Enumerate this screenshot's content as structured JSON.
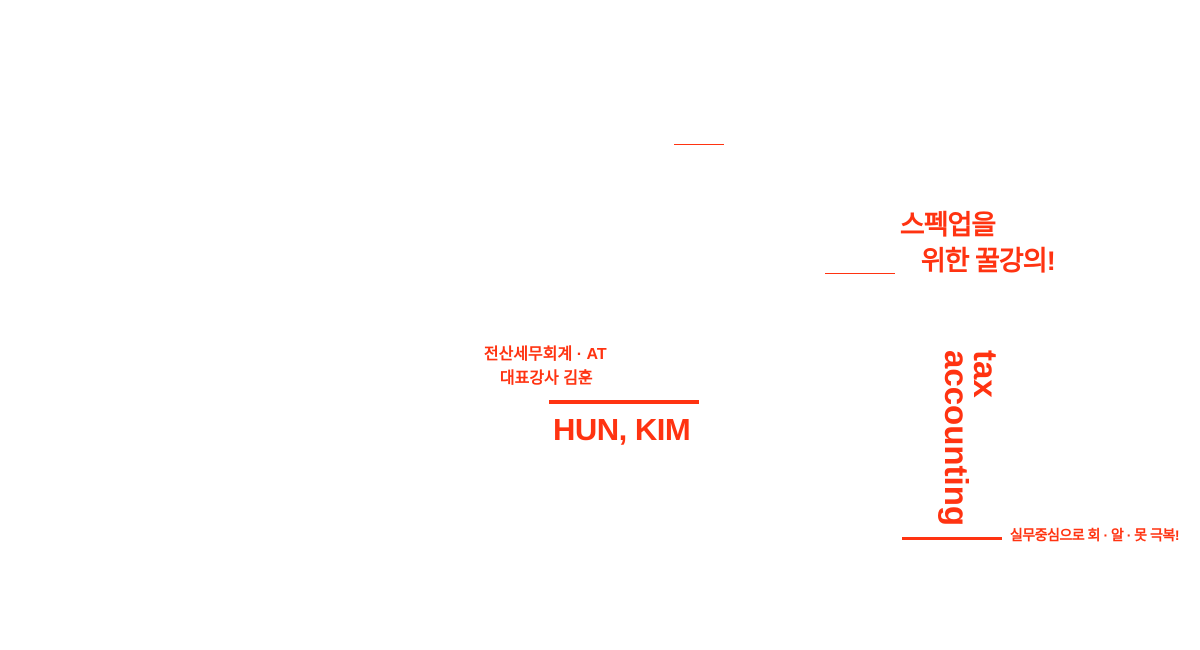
{
  "headline": {
    "line1": "스펙업을",
    "line2": "위한 꿀강의!"
  },
  "course": {
    "line1": "전산세무회계 · AT",
    "line2": "대표강사 김훈"
  },
  "instructor_name": "HUN, KIM",
  "vertical_text": {
    "line1": "tax",
    "line2": "accounting"
  },
  "slogan": "실무중심으로 회 · 알 · 못 극복!",
  "colors": {
    "accent": "#ff3311",
    "background": "#ffffff"
  }
}
